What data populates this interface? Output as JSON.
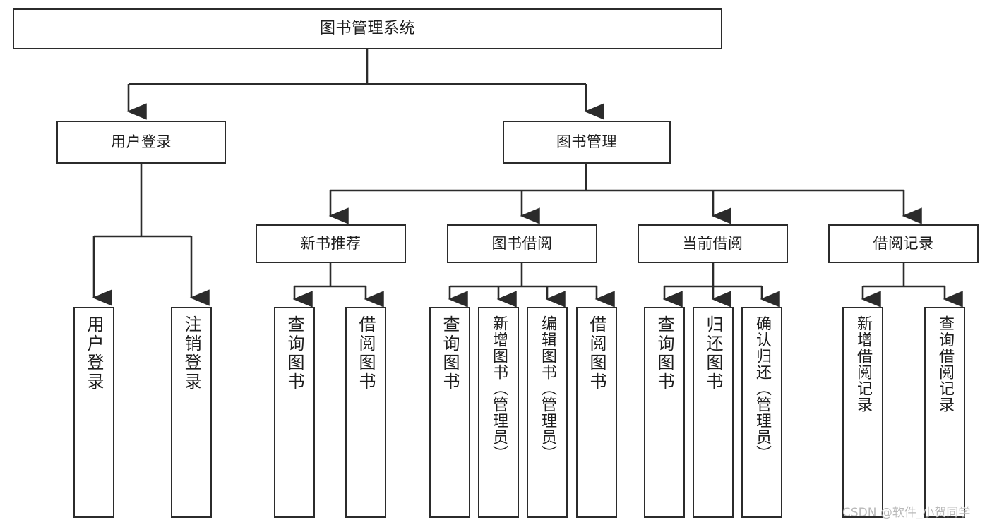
{
  "diagram": {
    "title": "图书管理系统",
    "type": "tree",
    "watermark": "CSDN @软件_小贺同学",
    "colors": {
      "box_border": "#2b2b2b",
      "box_fill": "#ffffff",
      "connector": "#2b2b2b",
      "text": "#1d1d1d",
      "watermark": "#b9b9b9",
      "background": "#ffffff"
    },
    "levels": {
      "root": "图书管理系统",
      "level2": [
        "用户登录",
        "图书管理"
      ],
      "level3": [
        "新书推荐",
        "图书借阅",
        "当前借阅",
        "借阅记录"
      ]
    },
    "nodes": {
      "root": {
        "label": "图书管理系统"
      },
      "user_login": {
        "label": "用户登录"
      },
      "book_manage": {
        "label": "图书管理"
      },
      "new_book_rec": {
        "label": "新书推荐"
      },
      "book_borrow": {
        "label": "图书借阅"
      },
      "current_borrow": {
        "label": "当前借阅"
      },
      "borrow_record": {
        "label": "借阅记录"
      }
    },
    "leaves": {
      "user_login": [
        {
          "label": "用户登录"
        },
        {
          "label": "注销登录"
        }
      ],
      "new_book_rec": [
        {
          "label": "查询图书"
        },
        {
          "label": "借阅图书"
        }
      ],
      "book_borrow": [
        {
          "label": "查询图书"
        },
        {
          "label": "新增图书（管理员）"
        },
        {
          "label": "编辑图书（管理员）"
        },
        {
          "label": "借阅图书"
        }
      ],
      "current_borrow": [
        {
          "label": "查询图书"
        },
        {
          "label": "归还图书"
        },
        {
          "label": "确认归还（管理员）"
        }
      ],
      "borrow_record": [
        {
          "label": "新增借阅记录"
        },
        {
          "label": "查询借阅记录"
        }
      ]
    }
  }
}
